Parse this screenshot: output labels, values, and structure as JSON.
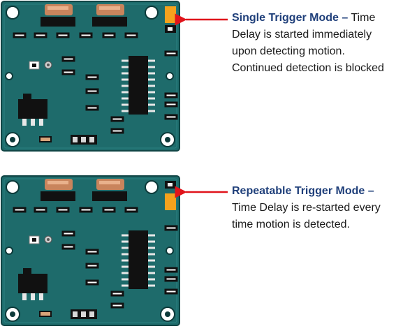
{
  "colors": {
    "board": "#1e6b6b",
    "board_edge": "#104545",
    "jumper_highlight": "#f5a21d",
    "arrow": "#e0141b",
    "title_text": "#1f3f7a"
  },
  "modes": [
    {
      "title": "Single Trigger Mode –",
      "lines": [
        "Time",
        "Delay is started immediately",
        "upon detecting motion.",
        "Continued detection is blocked"
      ],
      "jumper_position": "top"
    },
    {
      "title": "Repeatable Trigger Mode –",
      "lines": [
        "",
        "Time Delay is re-started every",
        "time motion is detected."
      ],
      "jumper_position": "bottom"
    }
  ]
}
